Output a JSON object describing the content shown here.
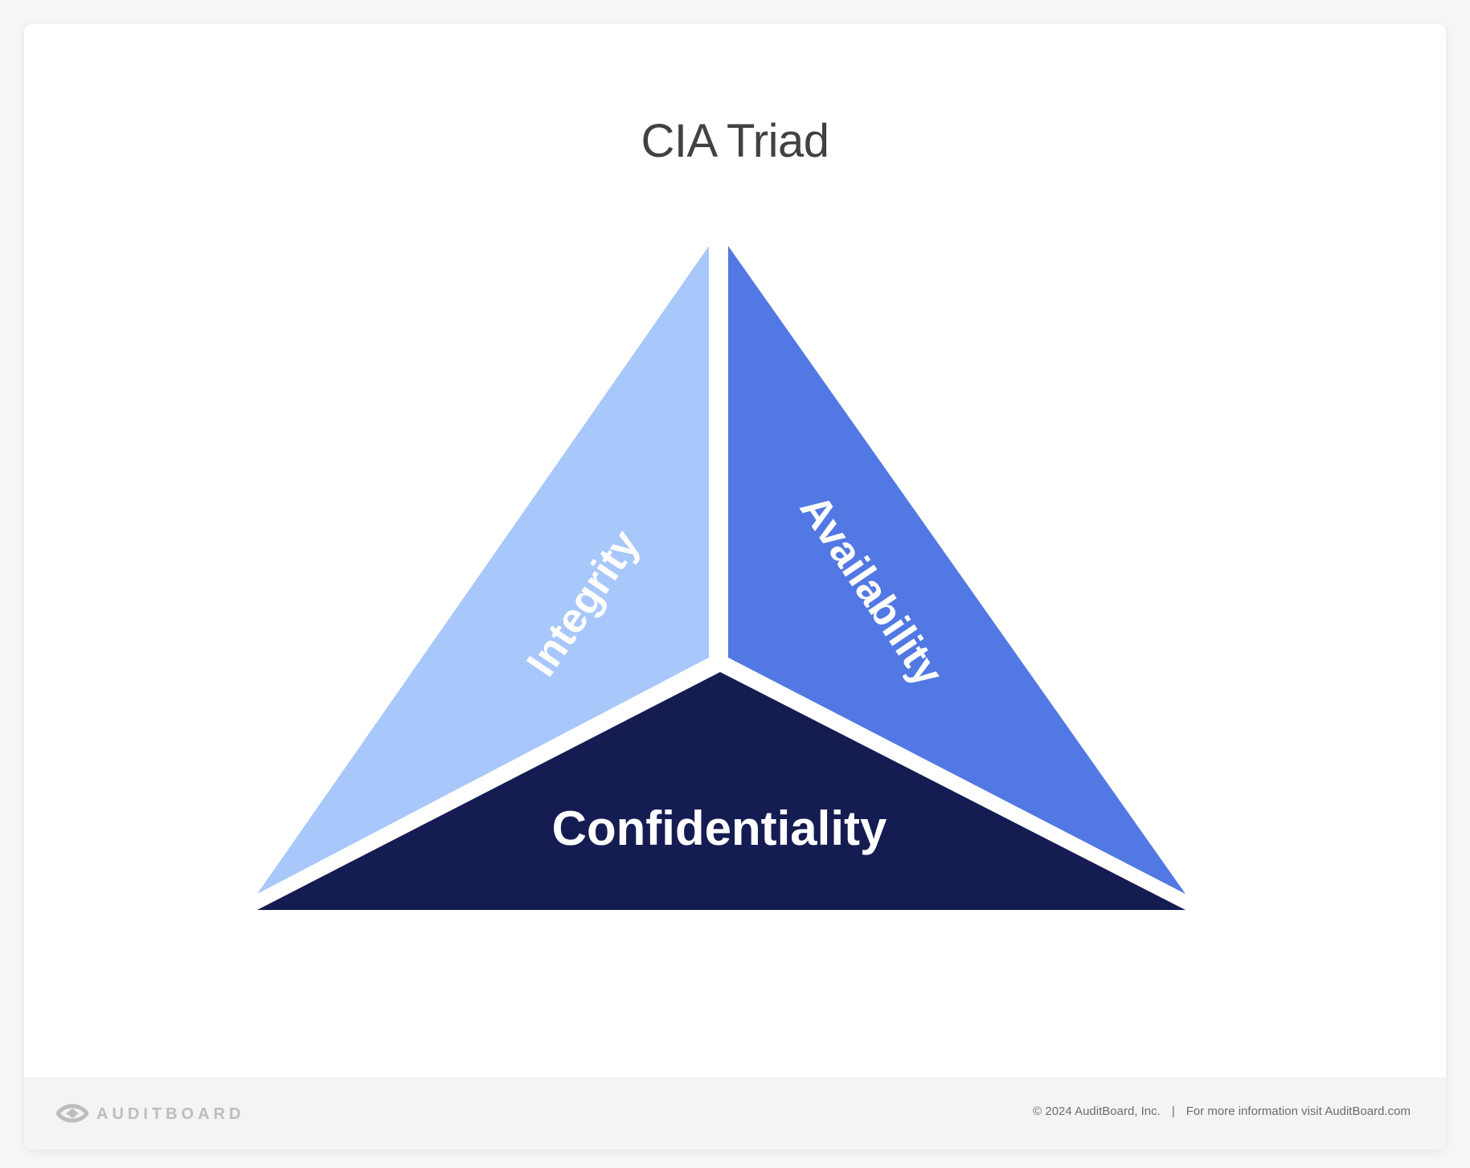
{
  "title": "CIA Triad",
  "segments": {
    "integrity": {
      "label": "Integrity",
      "color": "#a8c7fb"
    },
    "availability": {
      "label": "Availability",
      "color": "#5278e3"
    },
    "confidentiality": {
      "label": "Confidentiality",
      "color": "#151c51"
    }
  },
  "footer": {
    "brand": "AUDITBOARD",
    "copyright": "© 2024  AuditBoard, Inc.",
    "separator": "|",
    "info": "For more information visit AuditBoard.com"
  }
}
